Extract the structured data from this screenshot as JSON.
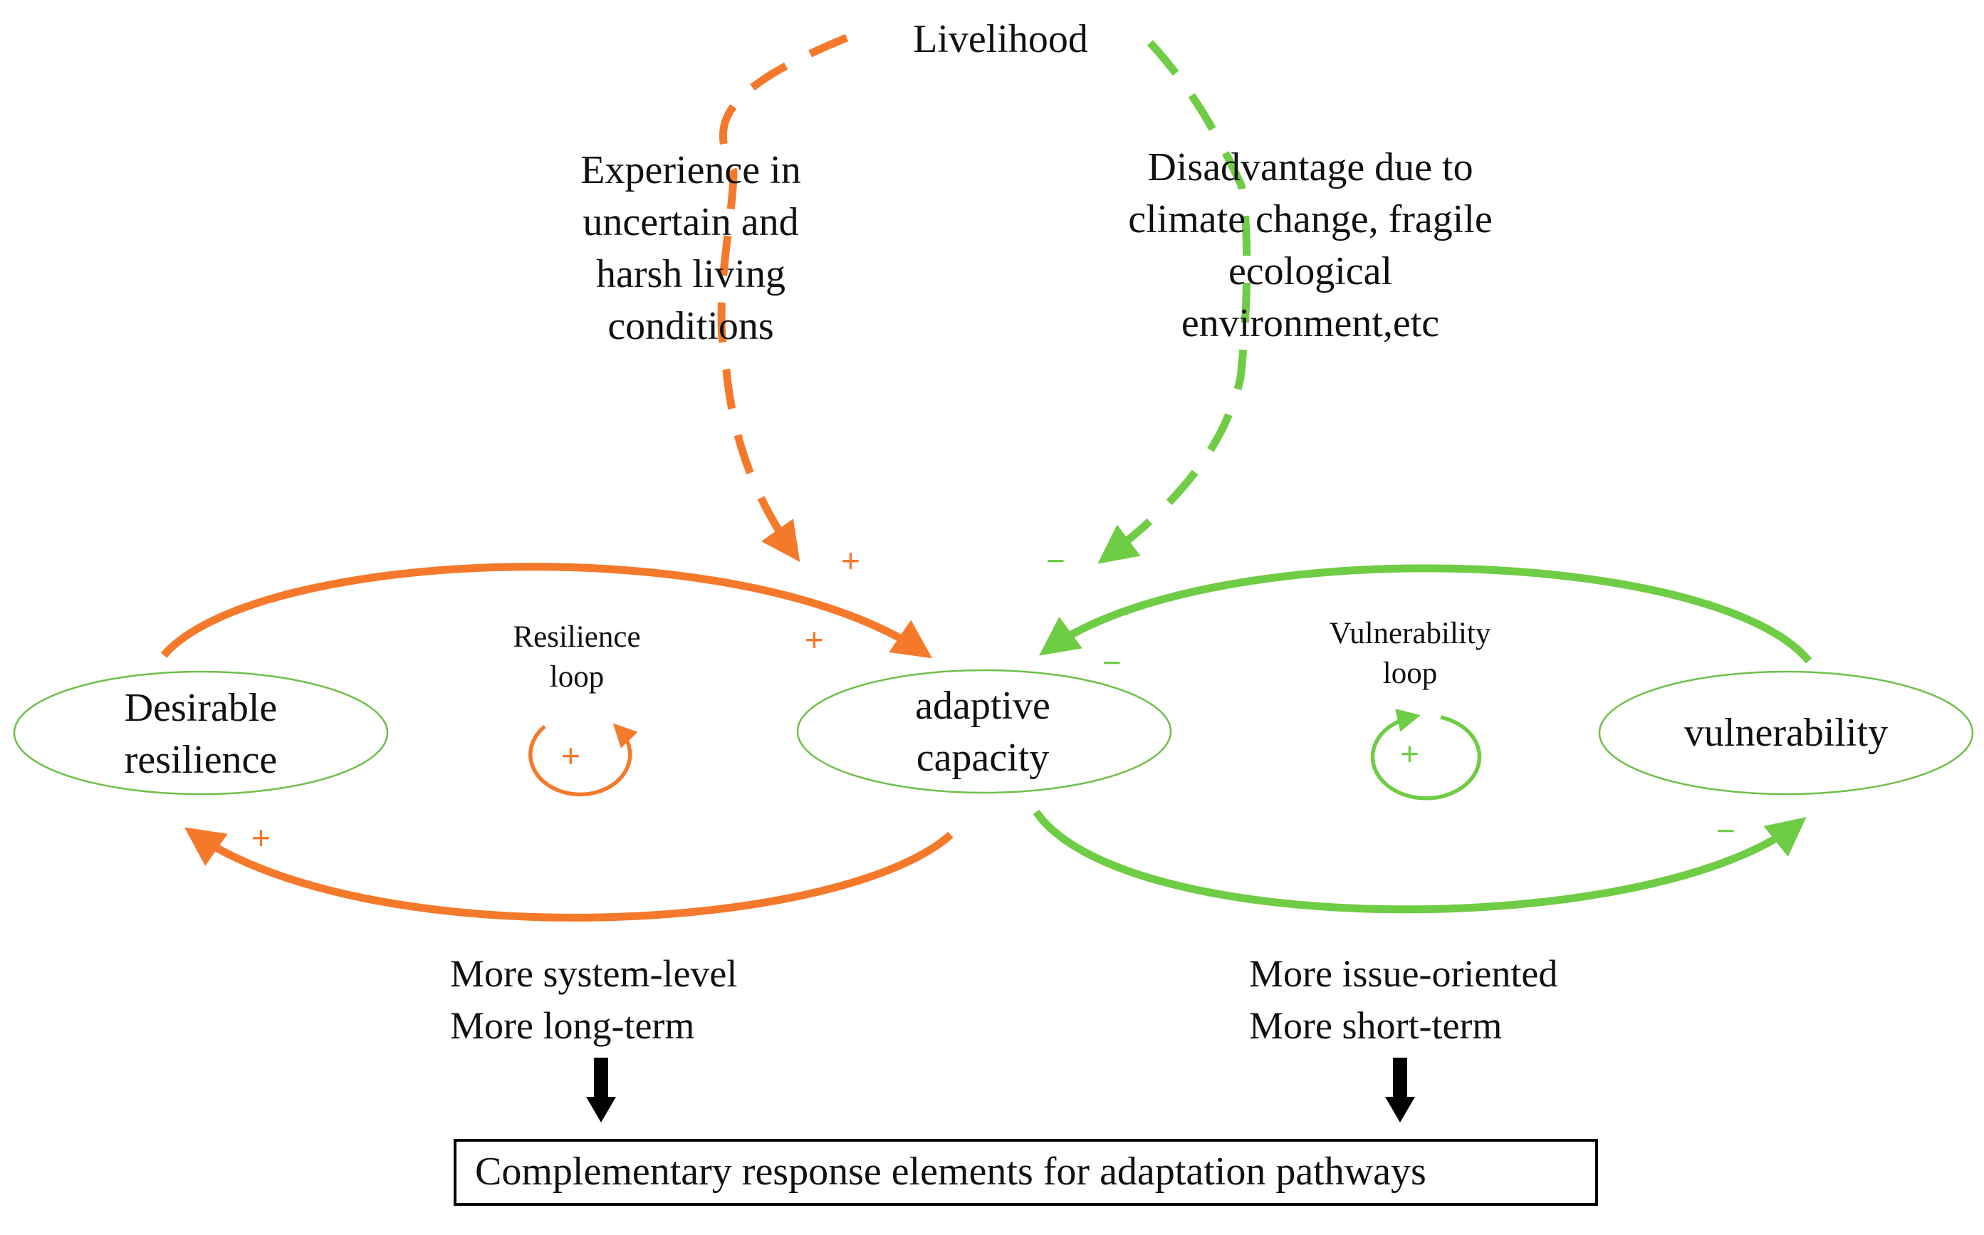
{
  "colors": {
    "resilience": "#f5792a",
    "vulnerability": "#6fcc45",
    "text": "#111111",
    "ellipse_outline": "#6fbf4a",
    "arrow": "#000000"
  },
  "nodes": {
    "livelihood": "Livelihood",
    "desirable_resilience": [
      "Desirable",
      "resilience"
    ],
    "adaptive_capacity": [
      "adaptive",
      "capacity"
    ],
    "vulnerability": "vulnerability"
  },
  "influences": {
    "experience": [
      "Experience in",
      "uncertain and",
      "harsh living",
      "conditions"
    ],
    "disadvantage": [
      "Disadvantage due to",
      "climate change, fragile",
      "ecological",
      "environment,etc"
    ]
  },
  "loops": {
    "resilience": {
      "title": [
        "Resilience",
        "loop"
      ],
      "sign": "+"
    },
    "vulnerability": {
      "title": [
        "Vulnerability",
        "loop"
      ],
      "sign": "+"
    }
  },
  "signs": {
    "experience_in": "+",
    "disadvantage_in": "−",
    "resilience_top": "+",
    "vulnerability_top": "−",
    "resilience_bottom": "+",
    "vulnerability_bottom": "−"
  },
  "characteristics": {
    "resilience": [
      "More system-level",
      "More long-term"
    ],
    "vulnerability": [
      "More issue-oriented",
      "More short-term"
    ]
  },
  "outcome": "Complementary response elements for adaptation pathways"
}
